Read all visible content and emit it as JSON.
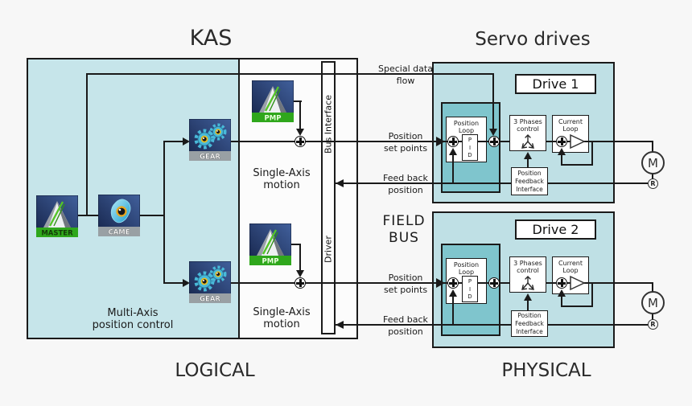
{
  "titles": {
    "kas": "KAS",
    "servo": "Servo drives",
    "logical": "LOGICAL",
    "physical": "PHYSICAL"
  },
  "logical_section": {
    "caption1": "Multi-Axis",
    "caption2": "position control"
  },
  "single_axis": {
    "caption1": "Single-Axis",
    "caption2": "motion"
  },
  "bus_box": {
    "top_label": "Bus Interface",
    "bottom_label": "Driver"
  },
  "field_bus": {
    "line1": "FIELD",
    "line2": "BUS"
  },
  "flow_labels": {
    "special_line1": "Special data",
    "special_line2": "flow",
    "setpoints_line1": "Position",
    "setpoints_line2": "set points",
    "feedback_line1": "Feed back",
    "feedback_line2": "position"
  },
  "icons": {
    "master": "MASTER",
    "came": "CAME",
    "gear": "GEAR",
    "pmp": "PMP"
  },
  "drives": {
    "drive1_title": "Drive 1",
    "drive2_title": "Drive 2"
  },
  "blocks": {
    "position_loop_line1": "Position",
    "position_loop_line2": "Loop",
    "pid_p": "P",
    "pid_i": "I",
    "pid_d": "D",
    "phases_line1": "3 Phases",
    "phases_line2": "control",
    "current_line1": "Current",
    "current_line2": "Loop",
    "pfi_line1": "Position",
    "pfi_line2": "Feedback",
    "pfi_line3": "Interface"
  },
  "motor": {
    "m": "M",
    "r": "R"
  },
  "colors": {
    "bg": "#f7f7f7",
    "logicalFill": "#c6e5ea",
    "driveFill": "#bfe0e5",
    "innerFill": "#7fc5cd",
    "line": "#1a1a1a",
    "iconNavy": "#22355e",
    "iconGreen": "#2fa71c",
    "iconGray": "#99a0a4"
  }
}
